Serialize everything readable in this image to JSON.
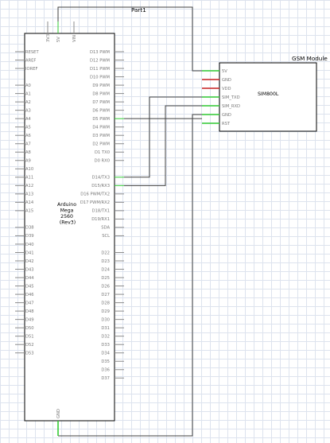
{
  "diagram": {
    "part_label": "Part1",
    "module_title": "GSM Module",
    "arduino": {
      "name_lines": [
        "Arduino",
        "Mega",
        "2560",
        "(Rev3)"
      ],
      "top_pins": [
        "3V3",
        "5V",
        "VIN"
      ],
      "bottom_pin": "GND",
      "left_pins": [
        "RESET",
        "AREF",
        "IOREF",
        "",
        "A0",
        "A1",
        "A2",
        "A3",
        "A4",
        "A5",
        "A6",
        "A7",
        "A8",
        "A9",
        "A10",
        "A11",
        "A12",
        "A13",
        "A14",
        "A15",
        "",
        "D38",
        "D39",
        "D40",
        "D41",
        "D42",
        "D43",
        "D44",
        "D45",
        "D46",
        "D47",
        "D48",
        "D49",
        "D50",
        "D51",
        "D52",
        "D53"
      ],
      "right_pins": [
        "D13 PWM",
        "D12 PWM",
        "D11 PWM",
        "D10 PWM",
        "D9 PWM",
        "D8 PWM",
        "D7 PWM",
        "D6 PWM",
        "D5 PWM",
        "D4 PWM",
        "D3 PWM",
        "D2 PWM",
        "D1 TX0",
        "D0 RX0",
        "",
        "D14/TX3",
        "D15/RX3",
        "D16 PWM/TX2",
        "D17 PWM/RX2",
        "D18/TX1",
        "D19/RX1",
        "SDA",
        "SCL",
        "",
        "D22",
        "D23",
        "D24",
        "D25",
        "D26",
        "D27",
        "D28",
        "D29",
        "D30",
        "D31",
        "D32",
        "D33",
        "D34",
        "D35",
        "D36",
        "D37"
      ]
    },
    "gsm": {
      "name": "SIM800L",
      "pins": [
        "5V",
        "GND",
        "VDD",
        "SIM_TXD",
        "SIM_RXD",
        "GND",
        "RST"
      ]
    },
    "colors": {
      "wire": "#404040",
      "connected_pin": "#33cc33",
      "unconnected_power_pin": "#cc2222",
      "pin": "#8c8c8c",
      "outline": "#000000"
    }
  }
}
